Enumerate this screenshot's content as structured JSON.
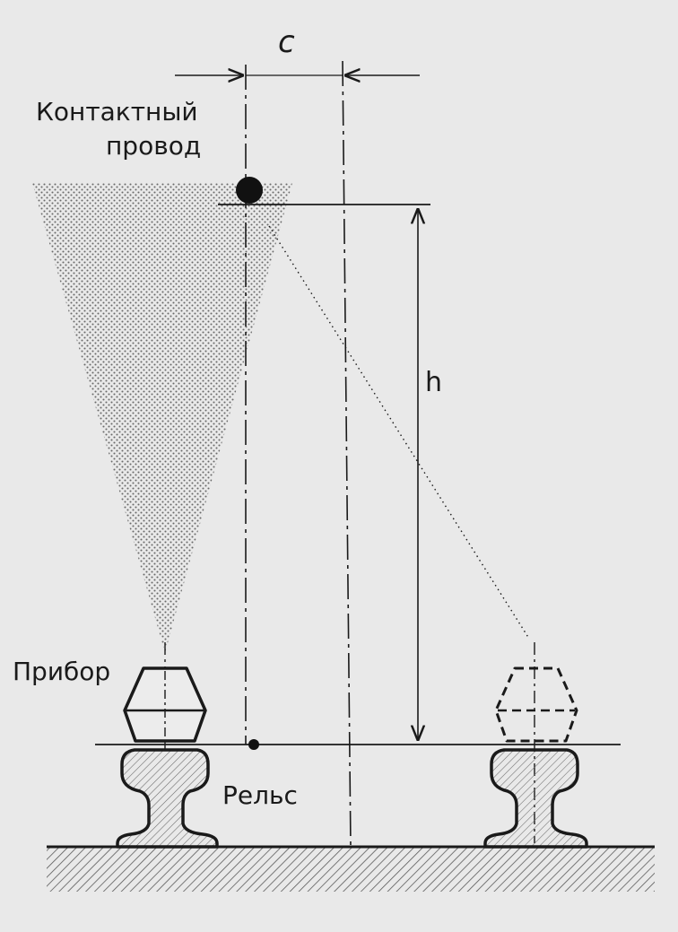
{
  "labels": {
    "dimension_c": "c",
    "contact_wire_line1": "Контактный",
    "contact_wire_line2": "провод",
    "dimension_h": "h",
    "device": "Прибор",
    "rail": "Рельс"
  },
  "colors": {
    "background": "#e9e9e9",
    "ink": "#1a1a1a",
    "stipple": "#6a6a6a",
    "hatch": "#5a5a5a"
  }
}
